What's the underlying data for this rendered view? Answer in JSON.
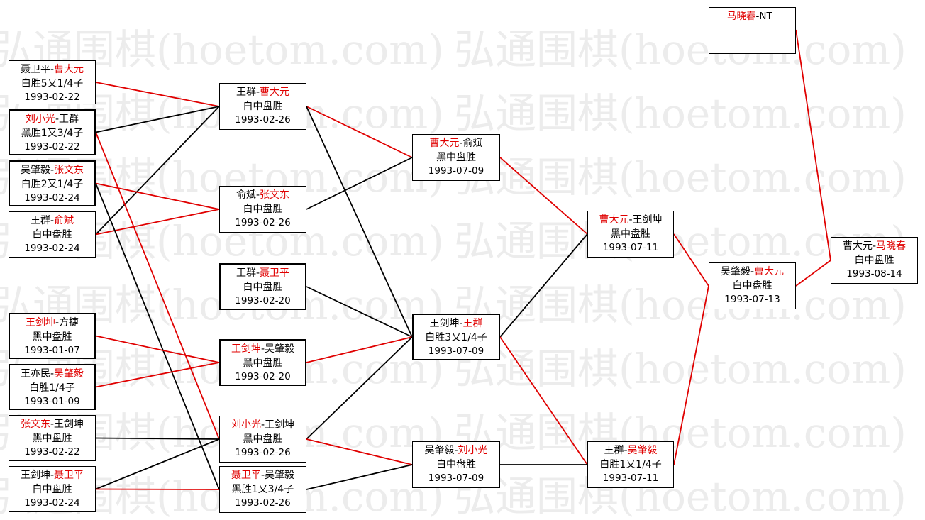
{
  "watermark": "弘通围棋(hoetom.com)",
  "colors": {
    "winner": "#e00000",
    "line_red": "#e00000",
    "line_black": "#000000"
  },
  "matches": [
    {
      "id": "r1_1",
      "p1": "聂卫平",
      "p2": "曹大元",
      "winner": 2,
      "result": "白胜5又1/4子",
      "date": "1993-02-22"
    },
    {
      "id": "r1_2",
      "p1": "刘小光",
      "p2": "王群",
      "winner": 1,
      "result": "黑胜1又3/4子",
      "date": "1993-02-22"
    },
    {
      "id": "r1_3",
      "p1": "吴肇毅",
      "p2": "张文东",
      "winner": 2,
      "result": "白胜2又1/4子",
      "date": "1993-02-24"
    },
    {
      "id": "r1_4",
      "p1": "王群",
      "p2": "俞斌",
      "winner": 2,
      "result": "白中盘胜",
      "date": "1993-02-24"
    },
    {
      "id": "r1_5",
      "p1": "王剑坤",
      "p2": "方捷",
      "winner": 1,
      "result": "黑中盘胜",
      "date": "1993-01-07"
    },
    {
      "id": "r1_6",
      "p1": "王亦民",
      "p2": "吴肇毅",
      "winner": 2,
      "result": "白胜1/4子",
      "date": "1993-01-09"
    },
    {
      "id": "r1_7",
      "p1": "张文东",
      "p2": "王剑坤",
      "winner": 1,
      "result": "黑中盘胜",
      "date": "1993-02-22"
    },
    {
      "id": "r1_8",
      "p1": "王剑坤",
      "p2": "聂卫平",
      "winner": 2,
      "result": "白中盘胜",
      "date": "1993-02-24"
    },
    {
      "id": "r2_1",
      "p1": "王群",
      "p2": "曹大元",
      "winner": 2,
      "result": "白中盘胜",
      "date": "1993-02-26"
    },
    {
      "id": "r2_2",
      "p1": "俞斌",
      "p2": "张文东",
      "winner": 2,
      "result": "白中盘胜",
      "date": "1993-02-26"
    },
    {
      "id": "r2_3",
      "p1": "王群",
      "p2": "聂卫平",
      "winner": 2,
      "result": "白中盘胜",
      "date": "1993-02-20"
    },
    {
      "id": "r2_4",
      "p1": "王剑坤",
      "p2": "吴肇毅",
      "winner": 1,
      "result": "黑中盘胜",
      "date": "1993-02-20"
    },
    {
      "id": "r2_5",
      "p1": "刘小光",
      "p2": "王剑坤",
      "winner": 1,
      "result": "黑中盘胜",
      "date": "1993-02-26"
    },
    {
      "id": "r2_6",
      "p1": "聂卫平",
      "p2": "吴肇毅",
      "winner": 1,
      "result": "黑胜1又3/4子",
      "date": "1993-02-26"
    },
    {
      "id": "r3_1",
      "p1": "曹大元",
      "p2": "俞斌",
      "winner": 1,
      "result": "黑中盘胜",
      "date": "1993-07-09"
    },
    {
      "id": "r3_2",
      "p1": "王剑坤",
      "p2": "王群",
      "winner": 2,
      "result": "白胜3又1/4子",
      "date": "1993-07-09"
    },
    {
      "id": "r3_3",
      "p1": "吴肇毅",
      "p2": "刘小光",
      "winner": 2,
      "result": "白中盘胜",
      "date": "1993-07-09"
    },
    {
      "id": "r4_1",
      "p1": "曹大元",
      "p2": "王剑坤",
      "winner": 1,
      "result": "黑中盘胜",
      "date": "1993-07-11"
    },
    {
      "id": "r4_2",
      "p1": "王群",
      "p2": "吴肇毅",
      "winner": 2,
      "result": "白胜1又1/4子",
      "date": "1993-07-11"
    },
    {
      "id": "r5_1",
      "p1": "吴肇毅",
      "p2": "曹大元",
      "winner": 2,
      "result": "白中盘胜",
      "date": "1993-07-13"
    },
    {
      "id": "nt",
      "p1": "马晓春",
      "p2": "NT",
      "winner": 1,
      "result": "",
      "date": ""
    },
    {
      "id": "final",
      "p1": "曹大元",
      "p2": "马晓春",
      "winner": 2,
      "result": "白中盘胜",
      "date": "1993-08-14"
    }
  ],
  "links": [
    {
      "from": "r1_1",
      "to": "r2_1",
      "color": "red"
    },
    {
      "from": "r1_2",
      "to": "r2_1",
      "color": "black"
    },
    {
      "from": "r1_4",
      "to": "r2_1",
      "color": "black"
    },
    {
      "from": "r1_3",
      "to": "r2_2",
      "color": "red"
    },
    {
      "from": "r1_4",
      "to": "r2_2",
      "color": "red"
    },
    {
      "from": "r1_2",
      "to": "r2_5",
      "color": "red"
    },
    {
      "from": "r1_3",
      "to": "r2_6",
      "color": "black"
    },
    {
      "from": "r1_5",
      "to": "r2_4",
      "color": "red"
    },
    {
      "from": "r1_6",
      "to": "r2_4",
      "color": "red"
    },
    {
      "from": "r1_7",
      "to": "r2_5",
      "color": "black"
    },
    {
      "from": "r1_8",
      "to": "r2_5",
      "color": "black"
    },
    {
      "from": "r1_8",
      "to": "r2_6",
      "color": "red"
    },
    {
      "from": "r2_1",
      "to": "r3_1",
      "color": "red"
    },
    {
      "from": "r2_2",
      "to": "r3_1",
      "color": "black"
    },
    {
      "from": "r2_1",
      "to": "r3_2",
      "color": "black"
    },
    {
      "from": "r2_3",
      "to": "r3_2",
      "color": "black"
    },
    {
      "from": "r2_4",
      "to": "r3_2",
      "color": "red"
    },
    {
      "from": "r2_5",
      "to": "r3_2",
      "color": "black"
    },
    {
      "from": "r2_5",
      "to": "r3_3",
      "color": "red"
    },
    {
      "from": "r2_6",
      "to": "r3_3",
      "color": "black"
    },
    {
      "from": "r3_1",
      "to": "r4_1",
      "color": "red"
    },
    {
      "from": "r3_2",
      "to": "r4_1",
      "color": "black"
    },
    {
      "from": "r3_2",
      "to": "r4_2",
      "color": "red"
    },
    {
      "from": "r3_3",
      "to": "r4_2",
      "color": "black"
    },
    {
      "from": "r4_1",
      "to": "r5_1",
      "color": "red"
    },
    {
      "from": "r4_2",
      "to": "r5_1",
      "color": "red"
    },
    {
      "from": "nt",
      "to": "final",
      "color": "red"
    },
    {
      "from": "r5_1",
      "to": "final",
      "color": "red"
    }
  ]
}
